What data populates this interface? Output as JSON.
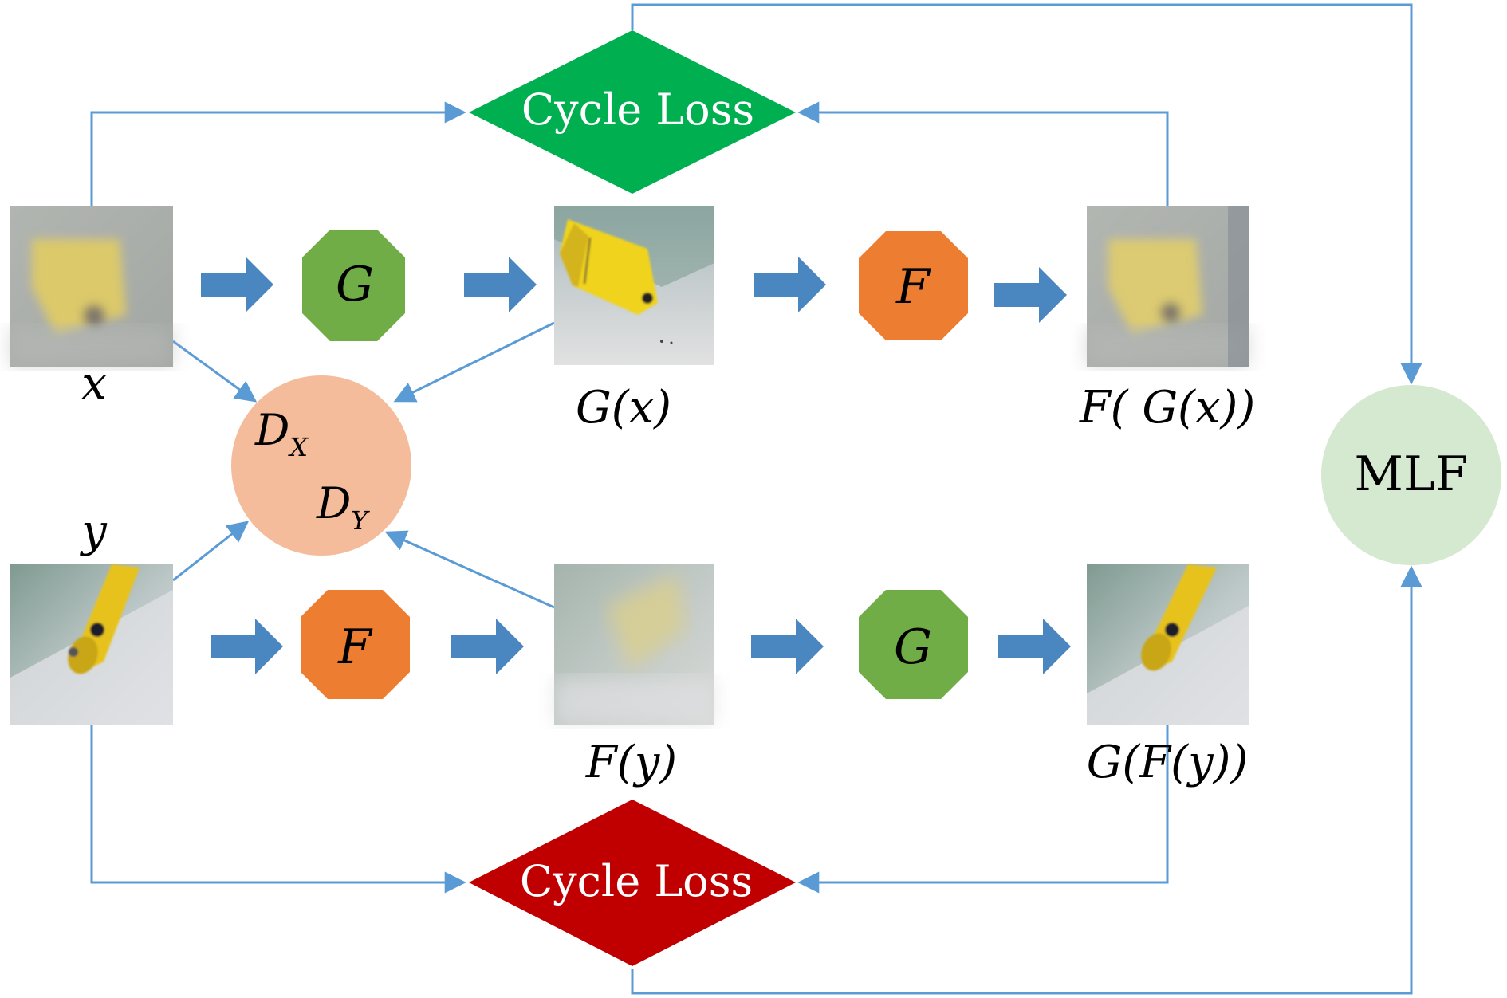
{
  "colors": {
    "line": "#5b9bd5",
    "arrow_fill": "#4a86c0",
    "cycle_top": "#00b050",
    "cycle_bottom": "#c00000",
    "G_node": "#70ad47",
    "F_node": "#ed7d31",
    "discriminator": "#f4bc9a",
    "mlf": "#d5e8d0"
  },
  "top_loss": {
    "label": "Cycle Loss"
  },
  "bottom_loss": {
    "label": "Cycle Loss"
  },
  "mlf": {
    "label": "MLF"
  },
  "discriminator": {
    "dx_base": "D",
    "dx_sub": "X",
    "dy_base": "D",
    "dy_sub": "Y"
  },
  "top_row": {
    "input_label": "x",
    "gen1": "G",
    "mid_label": "G(x)",
    "gen2": "F",
    "out_label": "F( G(x))"
  },
  "bottom_row": {
    "input_label": "y",
    "gen1": "F",
    "mid_label": "F(y)",
    "gen2": "G",
    "out_label": "G(F(y))"
  },
  "images": {
    "x": "blurry yellow object on grey background",
    "G_x": "sharp yellow object on light floor",
    "F_G_x": "reconstructed blurry yellow object",
    "y": "sharp yellow cylinder on floor",
    "F_y": "blurred yellow object",
    "G_F_y": "reconstructed sharp yellow cylinder"
  }
}
